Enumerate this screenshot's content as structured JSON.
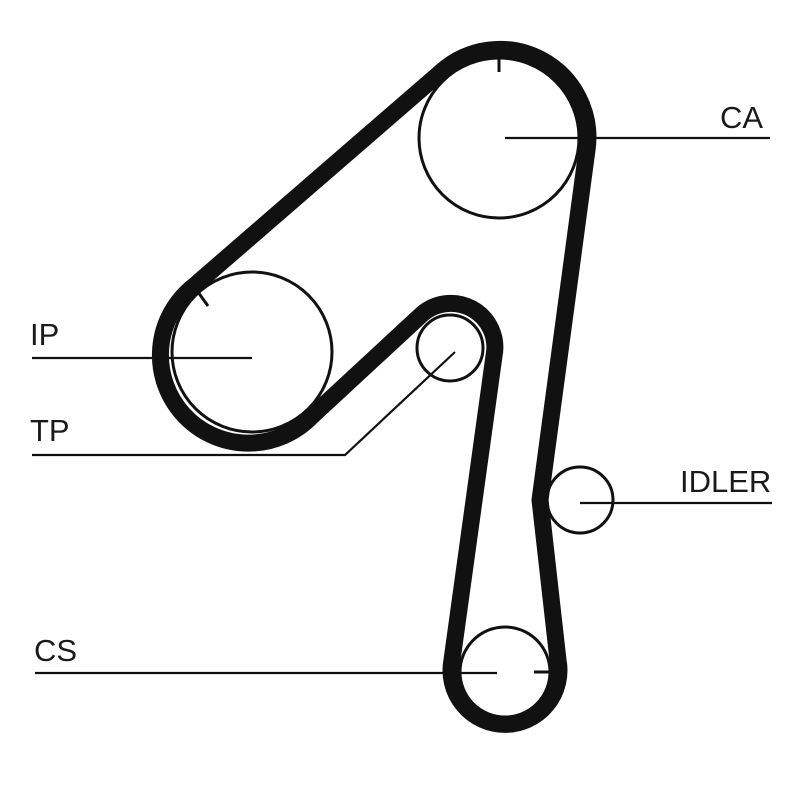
{
  "diagram": {
    "labels": {
      "ca": "CA",
      "ip": "IP",
      "tp": "TP",
      "idler": "IDLER",
      "cs": "CS"
    },
    "colors": {
      "line": "#111111",
      "background": "#ffffff"
    }
  }
}
